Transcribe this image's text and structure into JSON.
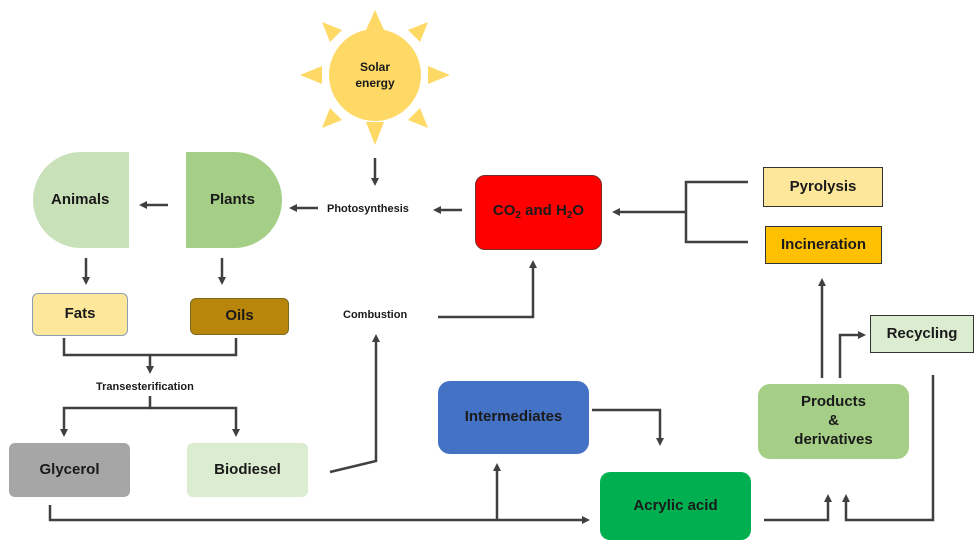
{
  "sun": {
    "label_line1": "Solar",
    "label_line2": "energy"
  },
  "nodes": {
    "animals": "Animals",
    "plants": "Plants",
    "fats": "Fats",
    "oils": "Oils",
    "glycerol": "Glycerol",
    "biodiesel": "Biodiesel",
    "co2_prefix": "CO",
    "co2_sub": "2",
    "co2_mid": " and H",
    "h2o_sub": "2",
    "h2o_suffix": "O",
    "pyrolysis": "Pyrolysis",
    "incineration": "Incineration",
    "recycling": "Recycling",
    "intermediates": "Intermediates",
    "products_line1": "Products",
    "products_line2": "&",
    "products_line3": "derivatives",
    "acrylic_acid": "Acrylic acid"
  },
  "labels": {
    "photosynthesis": "Photosynthesis",
    "combustion": "Combustion",
    "transesterification": "Transesterification"
  },
  "colors": {
    "sun": "#ffd966",
    "animals": "#c9e1b8",
    "plants": "#a5cf86",
    "fats": "#fde79a",
    "oils": "#b8860b",
    "glycerol": "#a6a6a6",
    "biodiesel": "#dcecd1",
    "co2_h2o": "#ff0000",
    "pyrolysis": "#fde79a",
    "incineration": "#ffc000",
    "recycling": "#dcecd1",
    "intermediates": "#4472c4",
    "products": "#a5cf86",
    "acrylic_acid": "#00b050",
    "arrows": "#404040"
  }
}
